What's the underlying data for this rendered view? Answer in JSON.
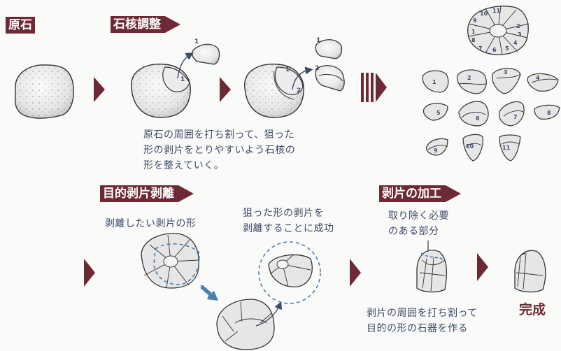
{
  "labels": {
    "raw_stone": "原石",
    "core_prep": "石核調整",
    "target_flake": "目的剥片剥離",
    "flake_processing": "剥片の加工",
    "done": "完成"
  },
  "captions": {
    "core_prep_desc": "原石の周囲を打ち割って、狙った\n形の剥片をとりやすいよう石核の\n形を整えていく。",
    "flake_shape": "剥離したい剥片の形",
    "success": "狙った形の剥片を\n剥離することに成功",
    "remove": "取り除く必要\nのある部分",
    "finish_desc": "剥片の周囲を打ち割って\n目的の形の石器を作る"
  },
  "flake_numbers": {
    "core_step1": [
      "1",
      "1"
    ],
    "core_step2": [
      "1",
      "1",
      "2",
      "2"
    ],
    "disk": [
      "1",
      "2",
      "3",
      "4",
      "5",
      "6",
      "7",
      "8",
      "9",
      "10",
      "11"
    ],
    "pieces": [
      "1",
      "2",
      "3",
      "4",
      "5",
      "6",
      "7",
      "8",
      "9",
      "10",
      "11"
    ]
  },
  "colors": {
    "brand": "#6e2a34",
    "text": "#3d4a6b",
    "stone_fill": "#e4e4e4",
    "outline": "#333333",
    "accent_arrow": "#4a7fb0"
  }
}
